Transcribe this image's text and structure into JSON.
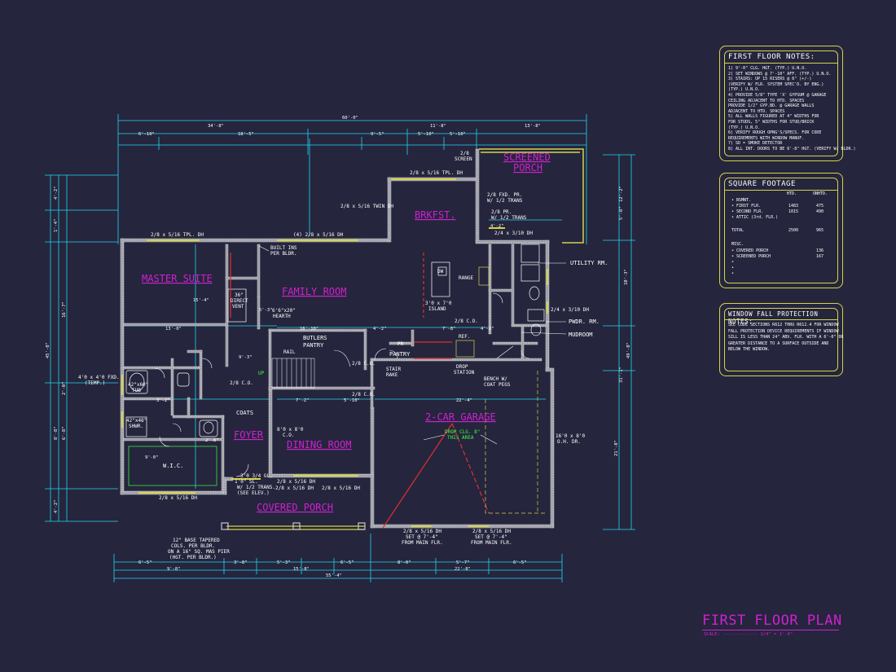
{
  "plan": {
    "title": "FIRST FLOOR PLAN",
    "scale": "SCALE: ------------- 1/4\" = 1'-0\""
  },
  "rooms": [
    {
      "id": "master",
      "name": "MASTER SUITE"
    },
    {
      "id": "family",
      "name": "FAMILY ROOM"
    },
    {
      "id": "brkfst",
      "name": "BRKFST."
    },
    {
      "id": "porch",
      "name": "SCREENED PORCH"
    },
    {
      "id": "foyer",
      "name": "FOYER"
    },
    {
      "id": "dining",
      "name": "DINING ROOM"
    },
    {
      "id": "garage",
      "name": "2-CAR GARAGE"
    },
    {
      "id": "covered",
      "name": "COVERED PORCH"
    }
  ],
  "labels": {
    "utility": "UTILITY RM.",
    "pwdr": "PWDR. RM.",
    "mudroom": "MUDROOM",
    "butlers": "BUTLERS",
    "pantry_word": "PANTRY",
    "pantry": "PANTRY",
    "pr": "PR",
    "coats": "COATS",
    "wic": "W.I.C.",
    "island": "3'0 x 7'0",
    "island2": "ISLAND",
    "range": "RANGE",
    "dw": "DW",
    "ref": "REF.",
    "drop": "DROP",
    "station": "STATION",
    "bench": "BENCH W/",
    "coat_pegs": "COAT PEGS",
    "stair_rake": "STAIR",
    "rake": "RAKE",
    "rail": "RAIL",
    "up": "UP",
    "direct_vent": "36\"",
    "direct_vent2": "DIRECT",
    "direct_vent3": "VENT",
    "hearth": "6'6\"x20\"",
    "hearth2": "HEARTH",
    "built_ins": "BUILT INS",
    "per_bldr": "PER BLDR.",
    "tub": "42\"x60\"",
    "tub2": "TUB",
    "shwr": "42\"x48\"",
    "shwr2": "SHWR.",
    "temp_win": "4'0 x 4'0 FXD.",
    "temp_win2": "(TEMP.)",
    "drop_clg": "DROP CLG. 8\"",
    "drop_clg2": "THIS AREA",
    "oh_dr": "16'0 x 8'0",
    "oh_dr2": "O.H. DR.",
    "cols": "12\" BASE TAPERED",
    "cols2": "COLS. PER BLDR.",
    "cols3": "ON A 16\" SQ. MAS PIER",
    "cols4": "(HGT. PER BLDR.)",
    "front_win": "2/8 x 5/16 DH",
    "front_win2": "2/8 x 5/16 DH",
    "front_win3": "2/8 x 5/16 DH",
    "garage_win1": "2/8 x 5/16 DH",
    "garage_win1b": "SET @ 7'-4\"",
    "garage_win1c": "FROM MAIN FLR.",
    "garage_win2": "2/8 x 5/16 DH",
    "garage_win2b": "SET @ 7'-4\"",
    "garage_win2c": "FROM MAIN FLR.",
    "master_win": "2/8 x 5/16 TPL. DH",
    "family_win": "(4) 2/8 x 5/16 DH",
    "brk_win": "2/8 x 5/16 TPL. DH",
    "twin_dh": "2/8 x 5/16 TWIN DH",
    "screen": "2/8",
    "screen2": "SCREEN",
    "fxd_pr": "2/8 FXD. PR.",
    "fxd_pr2": "W/ 1/2 TRANS",
    "pr_trans": "2/8 PR.",
    "pr_trans2": "W/ 1/2 TRANS",
    "util_dh": "2/4 x 3/10 DH",
    "pwdr_dh": "2/4 x 3/10 DH",
    "master_rear": "2/8 x 5/16 DH",
    "trans": "3'0 3/4 GL.",
    "trans2": "W/ 1/2 TRANS.",
    "trans3": "(SEE ELEV.)",
    "sl": "1'0\" SL.",
    "co1": "2/8 C.O.",
    "co2": "2/8 C.O.",
    "co3": "2/8 C.O.",
    "co4": "2/8 C.O.",
    "co5": "8'0 x 8'0",
    "co6": "C.O."
  },
  "dimensions": {
    "overall_top": "60'-0\"",
    "overall_bottom": "55'-4\"",
    "top_row": [
      "34'-8\"",
      "11'-8\"",
      "13'-8\""
    ],
    "top_row2": [
      "6'-10\"",
      "18'-5\"",
      "9'-5\"",
      "5'-10\"",
      "5'-10\""
    ],
    "bottom_row": [
      "6'-5\"",
      "3'-8\"",
      "5'-3\"",
      "6'-5\"",
      "8'-0\"",
      "5'-7\"",
      "6'-5\""
    ],
    "bottom_row2": [
      "9'-8\"",
      "15'-8\"",
      "22'-8\""
    ],
    "left_total": "45'-8\"",
    "right_total": "49'-8\"",
    "left_parts": [
      "4'-2\"",
      "1'-4\"",
      "16'-7\"",
      "6'-8\"",
      "8'-8\"",
      "2'-0\"",
      "4'-2\""
    ],
    "right_parts": [
      "12'-2\"",
      "5'-8\"",
      "31'-1\"",
      "21'-8\"",
      "10'-3\""
    ],
    "interior": [
      "13'-0\"",
      "16'-10\"",
      "15'-4\"",
      "4'-2\"",
      "4'-2\"",
      "7'-8\"",
      "22'-4\"",
      "7'-2\"",
      "5'-10\"",
      "9'-3\"",
      "4'-2\"",
      "3'-2\"",
      "9'-0\"",
      "2'-8\"",
      "5'-3\""
    ]
  },
  "notes_first_floor": {
    "title": "FIRST FLOOR NOTES:",
    "lines": [
      "1) 9'-0\" CLG. HGT. (TYP.) U.N.O.",
      "2) SET WINDOWS @ 7'-10\" AFF. (TYP.) U.N.O.",
      "3) STAIRS: UP 15 RISERS @ 6\" (+/-)",
      "   (VERIFY W/ FLR. SYSTEM SPEC'D. BY ENG.)",
      "   (TYP.) U.N.O.",
      "4) PROVIDE 5/8\" TYPE 'X' GYPSUM @ GARAGE",
      "   CEILING ADJACENT TO HTD. SPACES",
      "   PROVIDE 1/2\" GYP.BD. @ GARAGE WALLS",
      "   ADJACENT TO HTD. SPACES",
      "5) ALL WALLS FIGURED AT 4\" WIDTHS FOR",
      "   FOR STUDS, 5\" WIDTHS FOR STUD/BRICK",
      "   (TYP.) U.N.O.",
      "6) VERIFY ROUGH OPNG'S/SPECS. FOR CODE",
      "   REQUIREMENTS WITH WINDOW MANUF.",
      "7) SD = SMOKE DETECTOR",
      "8) ALL INT. DOORS TO BE 6'-8\" HGT. (VERIFY W/ BLDR.)"
    ]
  },
  "square_footage": {
    "title": "SQUARE FOOTAGE",
    "col_htd": "HTD.",
    "col_unhtd": "UNHTD.",
    "rows": [
      {
        "name": "• BSMNT.",
        "htd": "",
        "unhtd": ""
      },
      {
        "name": "• FIRST FLR.",
        "htd": "1483",
        "unhtd": "475"
      },
      {
        "name": "• SECOND FLR.",
        "htd": "1015",
        "unhtd": "490"
      },
      {
        "name": "• ATTIC (3rd. FLR.)",
        "htd": "",
        "unhtd": ""
      }
    ],
    "total_label": "TOTAL",
    "total_htd": "2500",
    "total_unhtd": "965",
    "misc_label": "MISC.",
    "misc_rows": [
      {
        "name": "• COVERED PORCH",
        "val": "136"
      },
      {
        "name": "• SCREENED PORCH",
        "val": "167"
      },
      {
        "name": "•",
        "val": ""
      },
      {
        "name": "•",
        "val": ""
      },
      {
        "name": "•",
        "val": ""
      }
    ]
  },
  "notes_window": {
    "title": "WINDOW FALL PROTECTION NOTES:",
    "lines": [
      "SEE CODE SECTIONS R612 THRU R612.4 FOR WINDOW",
      "FALL PROTECTION DEVICE REQUIREMENTS IF WINDOW",
      "SILL IS LESS THAN 24\" ABV. FLR. WITH A 6'-0\" OR",
      "GREATER DISTANCE TO A SURFACE OUTSIDE AND",
      "BELOW THE WINDOW."
    ]
  },
  "colors": {
    "background": "#25253d",
    "wall": "#c8c8c8",
    "dimension": "#20d8f0",
    "room_text": "#d020d0",
    "window": "#d4d44a",
    "notes_border": "#d4d44a",
    "accent_red": "#e03030",
    "accent_green": "#40ff40"
  }
}
